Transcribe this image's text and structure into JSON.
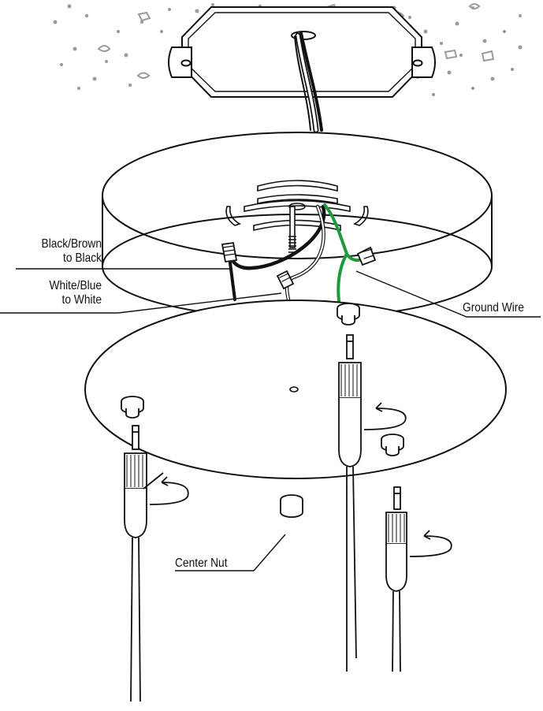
{
  "labels": {
    "black_wire": {
      "line1": "Black/Brown",
      "line2": "to Black"
    },
    "white_wire": {
      "line1": "White/Blue",
      "line2": "to White"
    },
    "ground_wire": "Ground Wire",
    "center_nut": "Center Nut"
  },
  "colors": {
    "outline": "#111111",
    "ground": "#1e9a3a",
    "ceiling_texture": "#9a9a9a",
    "background": "#ffffff"
  }
}
